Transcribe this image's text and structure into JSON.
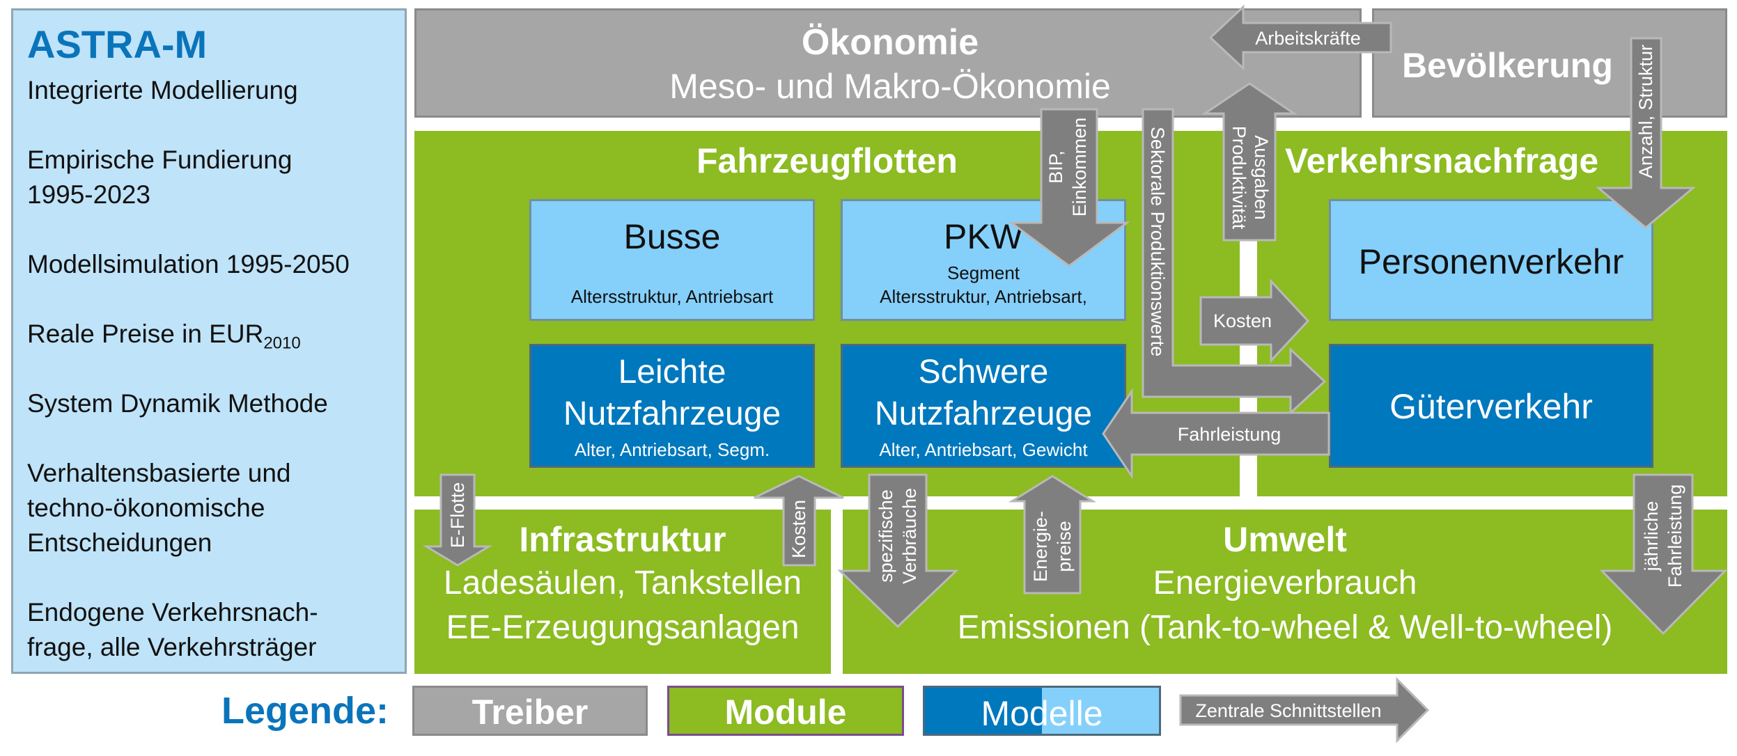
{
  "sidebar": {
    "title": "ASTRA-M",
    "items": [
      "Integrierte Modellierung",
      "Empirische Fundierung",
      "1995-2023",
      "Modellsimulation 1995-2050",
      "Reale Preise in EUR",
      "2010",
      "System Dynamik Methode",
      "Verhaltensbasierte und",
      "techno-ökonomische",
      "Entscheidungen",
      "Endogene Verkehrsnach-",
      "frage, alle Verkehrsträger"
    ]
  },
  "drivers": {
    "oekonomie_title": "Ökonomie",
    "oekonomie_sub": "Meso- und Makro-Ökonomie",
    "bevoelkerung": "Bevölkerung"
  },
  "modules": {
    "fahrzeugflotten": "Fahrzeugflotten",
    "verkehrsnachfrage": "Verkehrsnachfrage",
    "infrastruktur_title": "Infrastruktur",
    "infrastruktur_line1": "Ladesäulen, Tankstellen",
    "infrastruktur_line2": "EE-Erzeugungsanlagen",
    "umwelt_title": "Umwelt",
    "umwelt_line1": "Energieverbrauch",
    "umwelt_line2": "Emissionen (Tank-to-wheel & Well-to-wheel)"
  },
  "models": {
    "busse_title": "Busse",
    "busse_sub": "Altersstruktur, Antriebsart",
    "pkw_title": "PKW",
    "pkw_sub1": "Segment",
    "pkw_sub2": "Altersstruktur, Antriebsart,",
    "lnf_line1": "Leichte",
    "lnf_line2": "Nutzfahrzeuge",
    "lnf_sub": "Alter, Antriebsart, Segm.",
    "snf_line1": "Schwere",
    "snf_line2": "Nutzfahrzeuge",
    "snf_sub": "Alter, Antriebsart, Gewicht",
    "personenverkehr": "Personenverkehr",
    "gueterverkehr": "Güterverkehr"
  },
  "arrows": {
    "arbeitskraefte": "Arbeitskräfte",
    "bip_1": "BIP,",
    "bip_2": "Einkommen",
    "sektorale": "Sektorale Produktionswerte",
    "ausgaben_1": "Ausgaben",
    "ausgaben_2": "Produktivität",
    "anzahl": "Anzahl, Struktur",
    "kosten_top": "Kosten",
    "fahrleistung": "Fahrleistung",
    "eflotte": "E-Flotte",
    "kosten_bottom": "Kosten",
    "spez_1": "spezifische",
    "spez_2": "Verbräuche",
    "energie_1": "Energie-",
    "energie_2": "preise",
    "jaehrlich_1": "jährliche",
    "jaehrlich_2": "Fahrleistung"
  },
  "legend": {
    "label": "Legende:",
    "treiber": "Treiber",
    "module": "Module",
    "modelle_a": "Mod",
    "modelle_b": "elle",
    "schnittstellen": "Zentrale Schnittstellen"
  },
  "colors": {
    "driver_grey": "#a6a6a6",
    "module_green": "#8cbb22",
    "model_light_blue": "#85d0fb",
    "model_dark_blue": "#0078bd",
    "arrow_grey": "#7f7f7f",
    "title_blue": "#0a74bb",
    "sidebar_bg": "#bfe3f8"
  }
}
